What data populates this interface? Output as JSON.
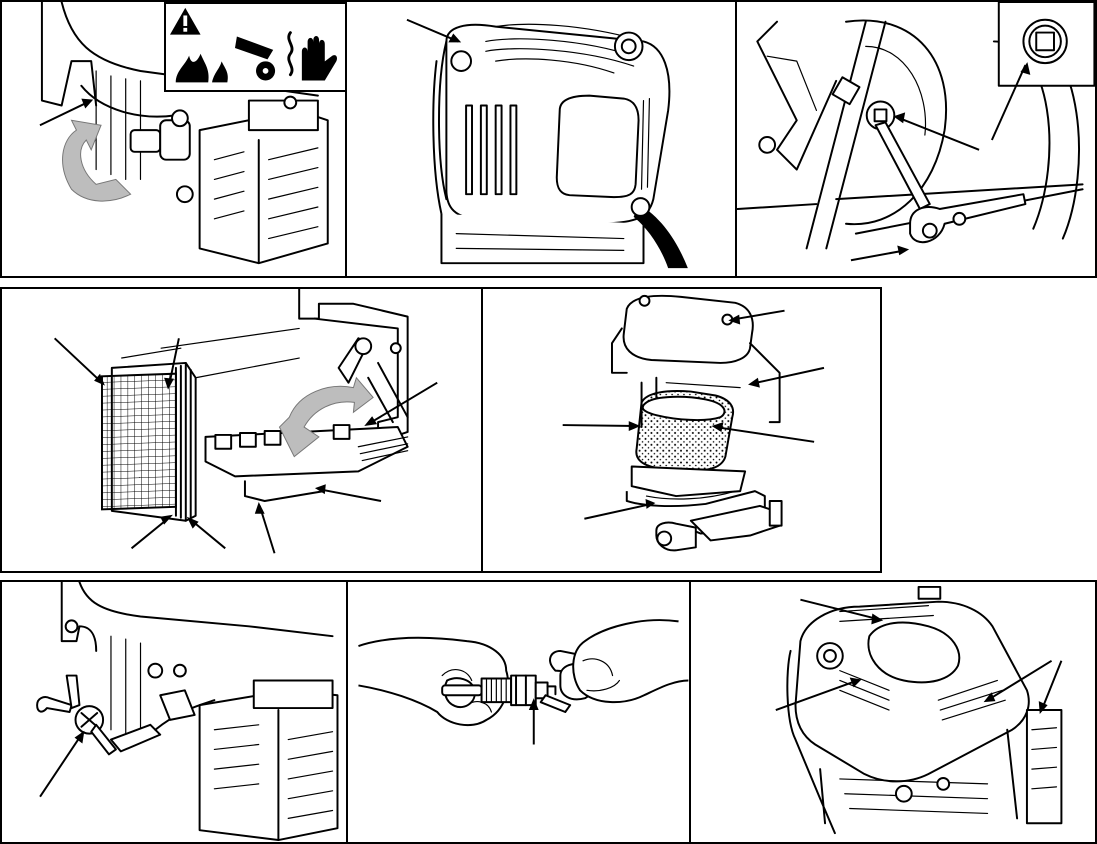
{
  "figure": {
    "panels": [
      {
        "id": "p1",
        "subject": "engine-side-fuel-valve"
      },
      {
        "id": "p2",
        "subject": "engine-cover-shroud"
      },
      {
        "id": "p3",
        "subject": "oil-drain-plug-ratchet"
      },
      {
        "id": "p4",
        "subject": "flat-air-filter-cartridge"
      },
      {
        "id": "p5",
        "subject": "oval-air-filter-foam"
      },
      {
        "id": "p6",
        "subject": "fuel-shutoff-valve"
      },
      {
        "id": "p7",
        "subject": "spark-plug-gap"
      },
      {
        "id": "p8",
        "subject": "engine-cooling-fins"
      }
    ],
    "warning_label": {
      "icons": [
        "warning-triangle-icon",
        "fire-icon",
        "moving-parts-icon",
        "hot-surface-icon"
      ]
    }
  },
  "colors": {
    "line": "#000000",
    "background": "#ffffff",
    "arrow_fill": "#bdbdbd"
  }
}
